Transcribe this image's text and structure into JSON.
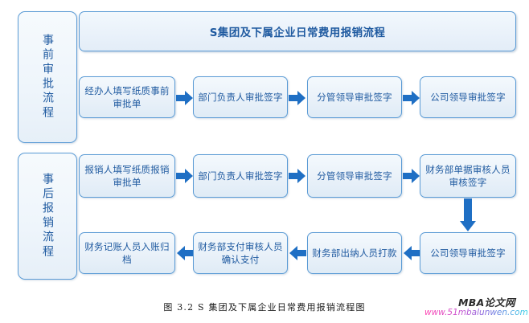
{
  "figure": {
    "banner_title": "S集团及下属企业日常费用报销流程",
    "caption": "图 3.2 S 集团及下属企业日常费用报销流程图",
    "colors": {
      "box_border": "#5b9bd5",
      "box_text": "#1f5aa0",
      "arrow": "#1f6fc4",
      "background": "#ffffff"
    }
  },
  "bands": [
    {
      "label": "事前审批流程"
    },
    {
      "label": "事后报销流程"
    }
  ],
  "rows": [
    {
      "name": "pre-approval-row",
      "direction": "left-to-right",
      "steps": [
        {
          "label": "经办人填写纸质事前审批单"
        },
        {
          "label": "部门负责人审批签字"
        },
        {
          "label": "分管领导审批签字"
        },
        {
          "label": "公司领导审批签字"
        }
      ]
    },
    {
      "name": "reimbursement-row-1",
      "direction": "left-to-right",
      "steps": [
        {
          "label": "报销人填写纸质报销审批单"
        },
        {
          "label": "部门负责人审批签字"
        },
        {
          "label": "分管领导审批签字"
        },
        {
          "label": "财务部单据审核人员审核签字"
        }
      ]
    },
    {
      "name": "reimbursement-row-2",
      "direction": "right-to-left",
      "steps": [
        {
          "label": "财务记账人员入账归档"
        },
        {
          "label": "财务部支付审核人员确认支付"
        },
        {
          "label": "财务部出纳人员打款"
        },
        {
          "label": "公司领导审批签字"
        }
      ]
    }
  ],
  "watermark": {
    "brand": "MBA论文网",
    "url": "www.51mbalunwen.com"
  }
}
